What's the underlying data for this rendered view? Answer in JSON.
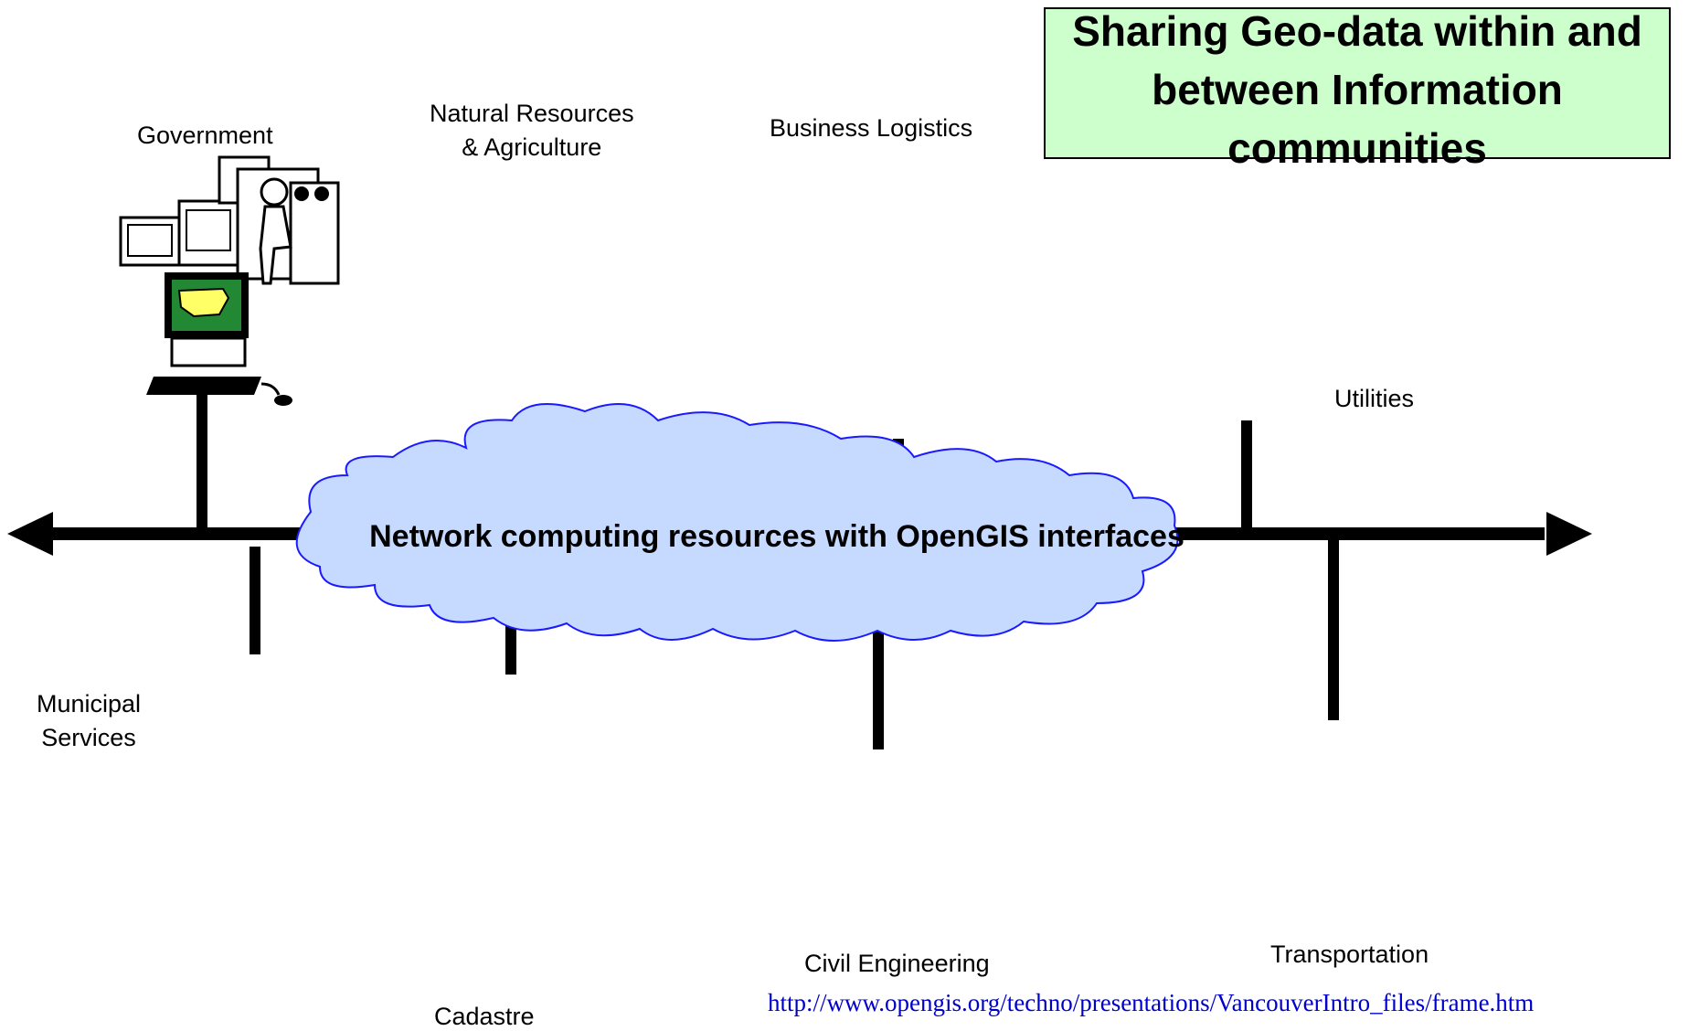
{
  "title": "Sharing Geo-data within and between Information communities",
  "network_label": "Network computing resources with OpenGIS interfaces",
  "nodes": {
    "government": "Government",
    "natural_resources": "Natural Resources\n& Agriculture",
    "business_logistics": "Business Logistics",
    "utilities": "Utilities",
    "municipal_services": "Municipal\nServices",
    "cadastre": "Cadastre",
    "civil_engineering": "Civil Engineering",
    "transportation": "Transportation"
  },
  "source_url": "http://www.opengis.org/techno/presentations/VancouverIntro_files/frame.htm",
  "colors": {
    "title_bg": "#ccffcc",
    "cloud_fill": "#c6d9ff",
    "cloud_stroke": "#1a1aff",
    "arrow_dashed": "#dd2222",
    "url": "#0000cc",
    "map_bg": "#0000ee",
    "land": "#009933",
    "sign": "#ffff00"
  }
}
